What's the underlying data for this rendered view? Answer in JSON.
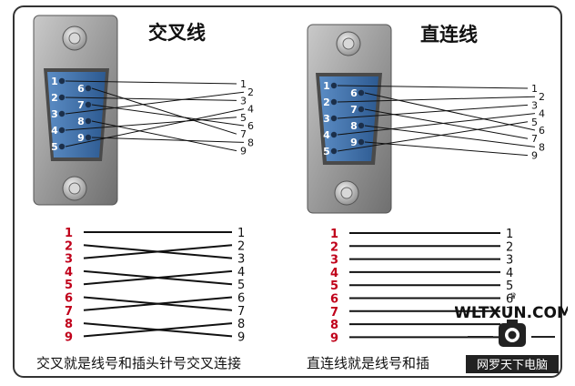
{
  "left_panel": {
    "title": "交叉线",
    "caption": "交叉就是线号和插头针号交叉连接",
    "pin_labels": [
      "1",
      "2",
      "3",
      "4",
      "5",
      "6",
      "7",
      "8",
      "9"
    ],
    "wire_numbers": [
      "1",
      "2",
      "3",
      "4",
      "5",
      "6",
      "7",
      "8",
      "9"
    ],
    "mapping": [
      1,
      3,
      2,
      5,
      4,
      7,
      6,
      9,
      8
    ]
  },
  "right_panel": {
    "title": "直连线",
    "caption": "直连线就是线号和插",
    "pin_labels": [
      "1",
      "2",
      "3",
      "4",
      "5",
      "6",
      "7",
      "8",
      "9"
    ],
    "wire_numbers": [
      "1",
      "2",
      "3",
      "4",
      "5",
      "6",
      "7",
      "8",
      "9"
    ],
    "mapping": [
      1,
      2,
      3,
      4,
      5,
      6,
      7,
      8,
      9
    ]
  },
  "watermark": {
    "site": "WLTXUN.COM",
    "slogan": "网罗天下电脑"
  },
  "colors": {
    "pin_label": "#c0001a",
    "wire": "#111111",
    "connector_shell": "#9a9a9a",
    "connector_blue": "#3f6fa8",
    "watermark_bg": "#222222"
  }
}
